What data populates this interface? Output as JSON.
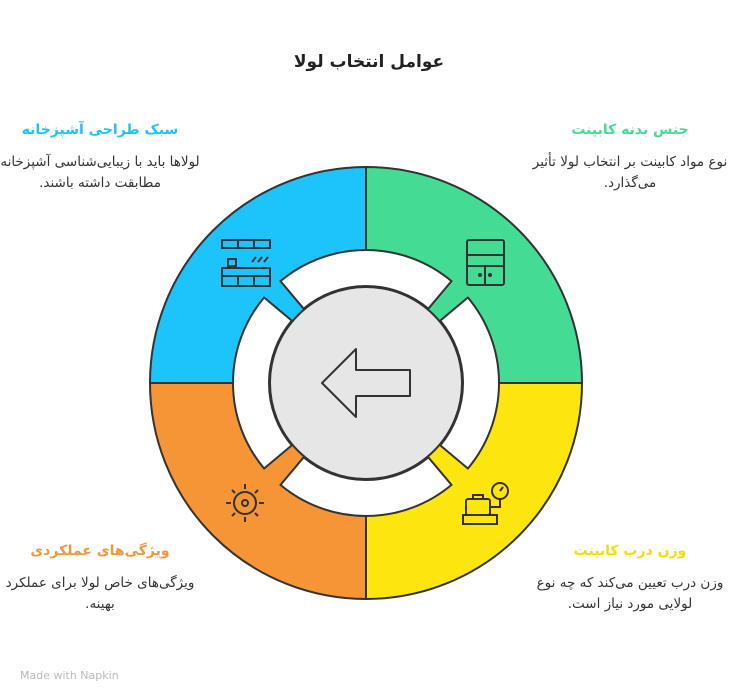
{
  "title": "عوامل انتخاب لولا",
  "sections": [
    {
      "heading": "جنس بدنه کابینت",
      "text": "نوع مواد کابینت بر انتخاب لولا تأثیر می‌گذارد.",
      "color": "#44dc94",
      "icon": "cabinet-icon"
    },
    {
      "heading": "سبک طراحی آشپزخانه",
      "text": "لولاها باید با زیبایی‌شناسی آشپزخانه مطابقت داشته باشند.",
      "color": "#1dc3fb",
      "icon": "kitchen-icon"
    },
    {
      "heading": "ویژگی‌های عملکردی",
      "text": "ویژگی‌های خاص لولا برای عملکرد بهینه.",
      "color": "#f69536",
      "icon": "gear-icon"
    },
    {
      "heading": "وزن درب کابینت",
      "text": "وزن درب تعیین می‌کند که چه نوع لولایی مورد نیاز است.",
      "color": "#fde510",
      "icon": "weight-scale-icon"
    }
  ],
  "center_icon": "arrow-left-icon",
  "footer": "Made with Napkin"
}
